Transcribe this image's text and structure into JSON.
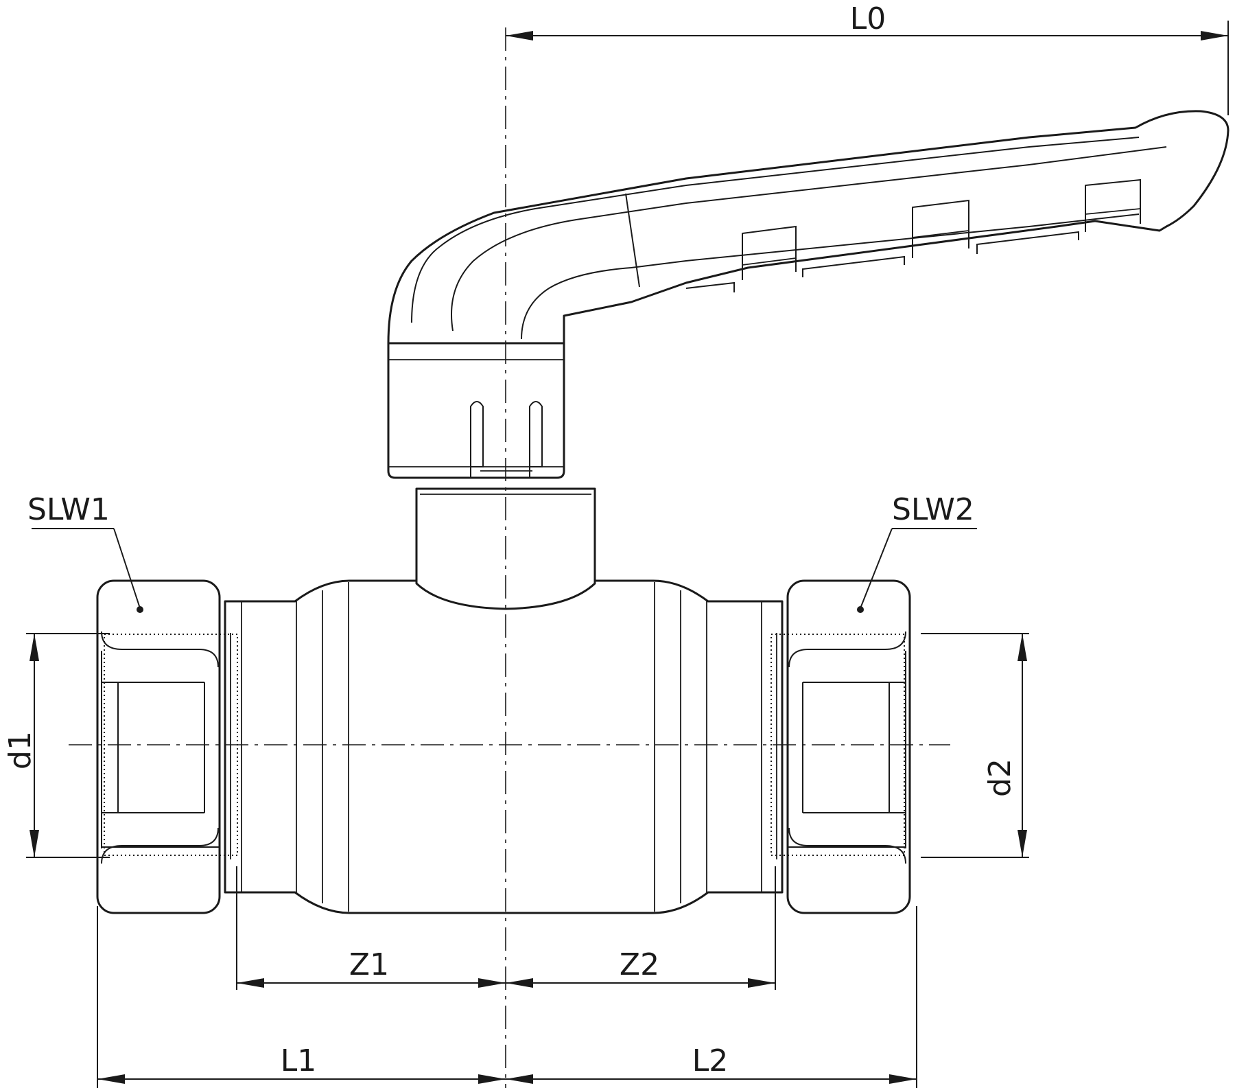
{
  "dimensions": {
    "L0": "L0",
    "L1": "L1",
    "L2": "L2",
    "Z1": "Z1",
    "Z2": "Z2",
    "d1": "d1",
    "d2": "d2"
  },
  "callouts": {
    "SLW1": "SLW1",
    "SLW2": "SLW2"
  }
}
